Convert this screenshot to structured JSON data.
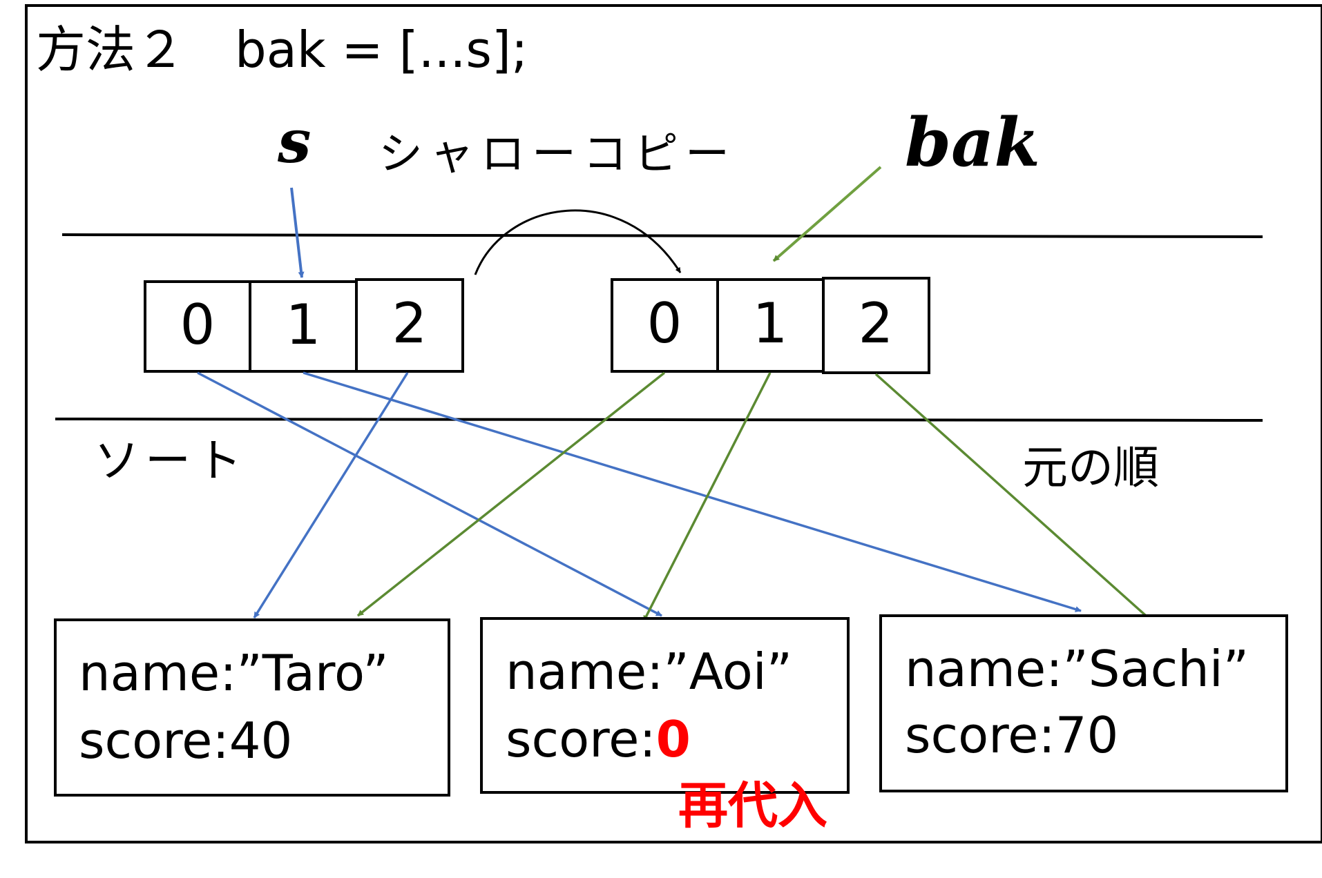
{
  "title": "方法２　bak = [...s];",
  "labels": {
    "var_s": "s",
    "var_bak": "bak",
    "shallow_copy": "シャローコピー",
    "sorted": "ソート",
    "original_order": "元の順",
    "reassigned": "再代入"
  },
  "arrays": {
    "s": {
      "cells": [
        "0",
        "1",
        "2"
      ]
    },
    "bak": {
      "cells": [
        "0",
        "1",
        "2"
      ]
    }
  },
  "objects": [
    {
      "name_line": "name:”Taro”",
      "score_prefix": "score:",
      "score_value": "40"
    },
    {
      "name_line": "name:”Aoi”",
      "score_prefix": "score:",
      "score_value": "0"
    },
    {
      "name_line": "name:”Sachi”",
      "score_prefix": "score:",
      "score_value": "70"
    }
  ],
  "colors": {
    "s_arrows": "#4472C4",
    "bak_arrows": "#5B8A32",
    "highlight": "#FF0000",
    "stroke": "#000000"
  }
}
